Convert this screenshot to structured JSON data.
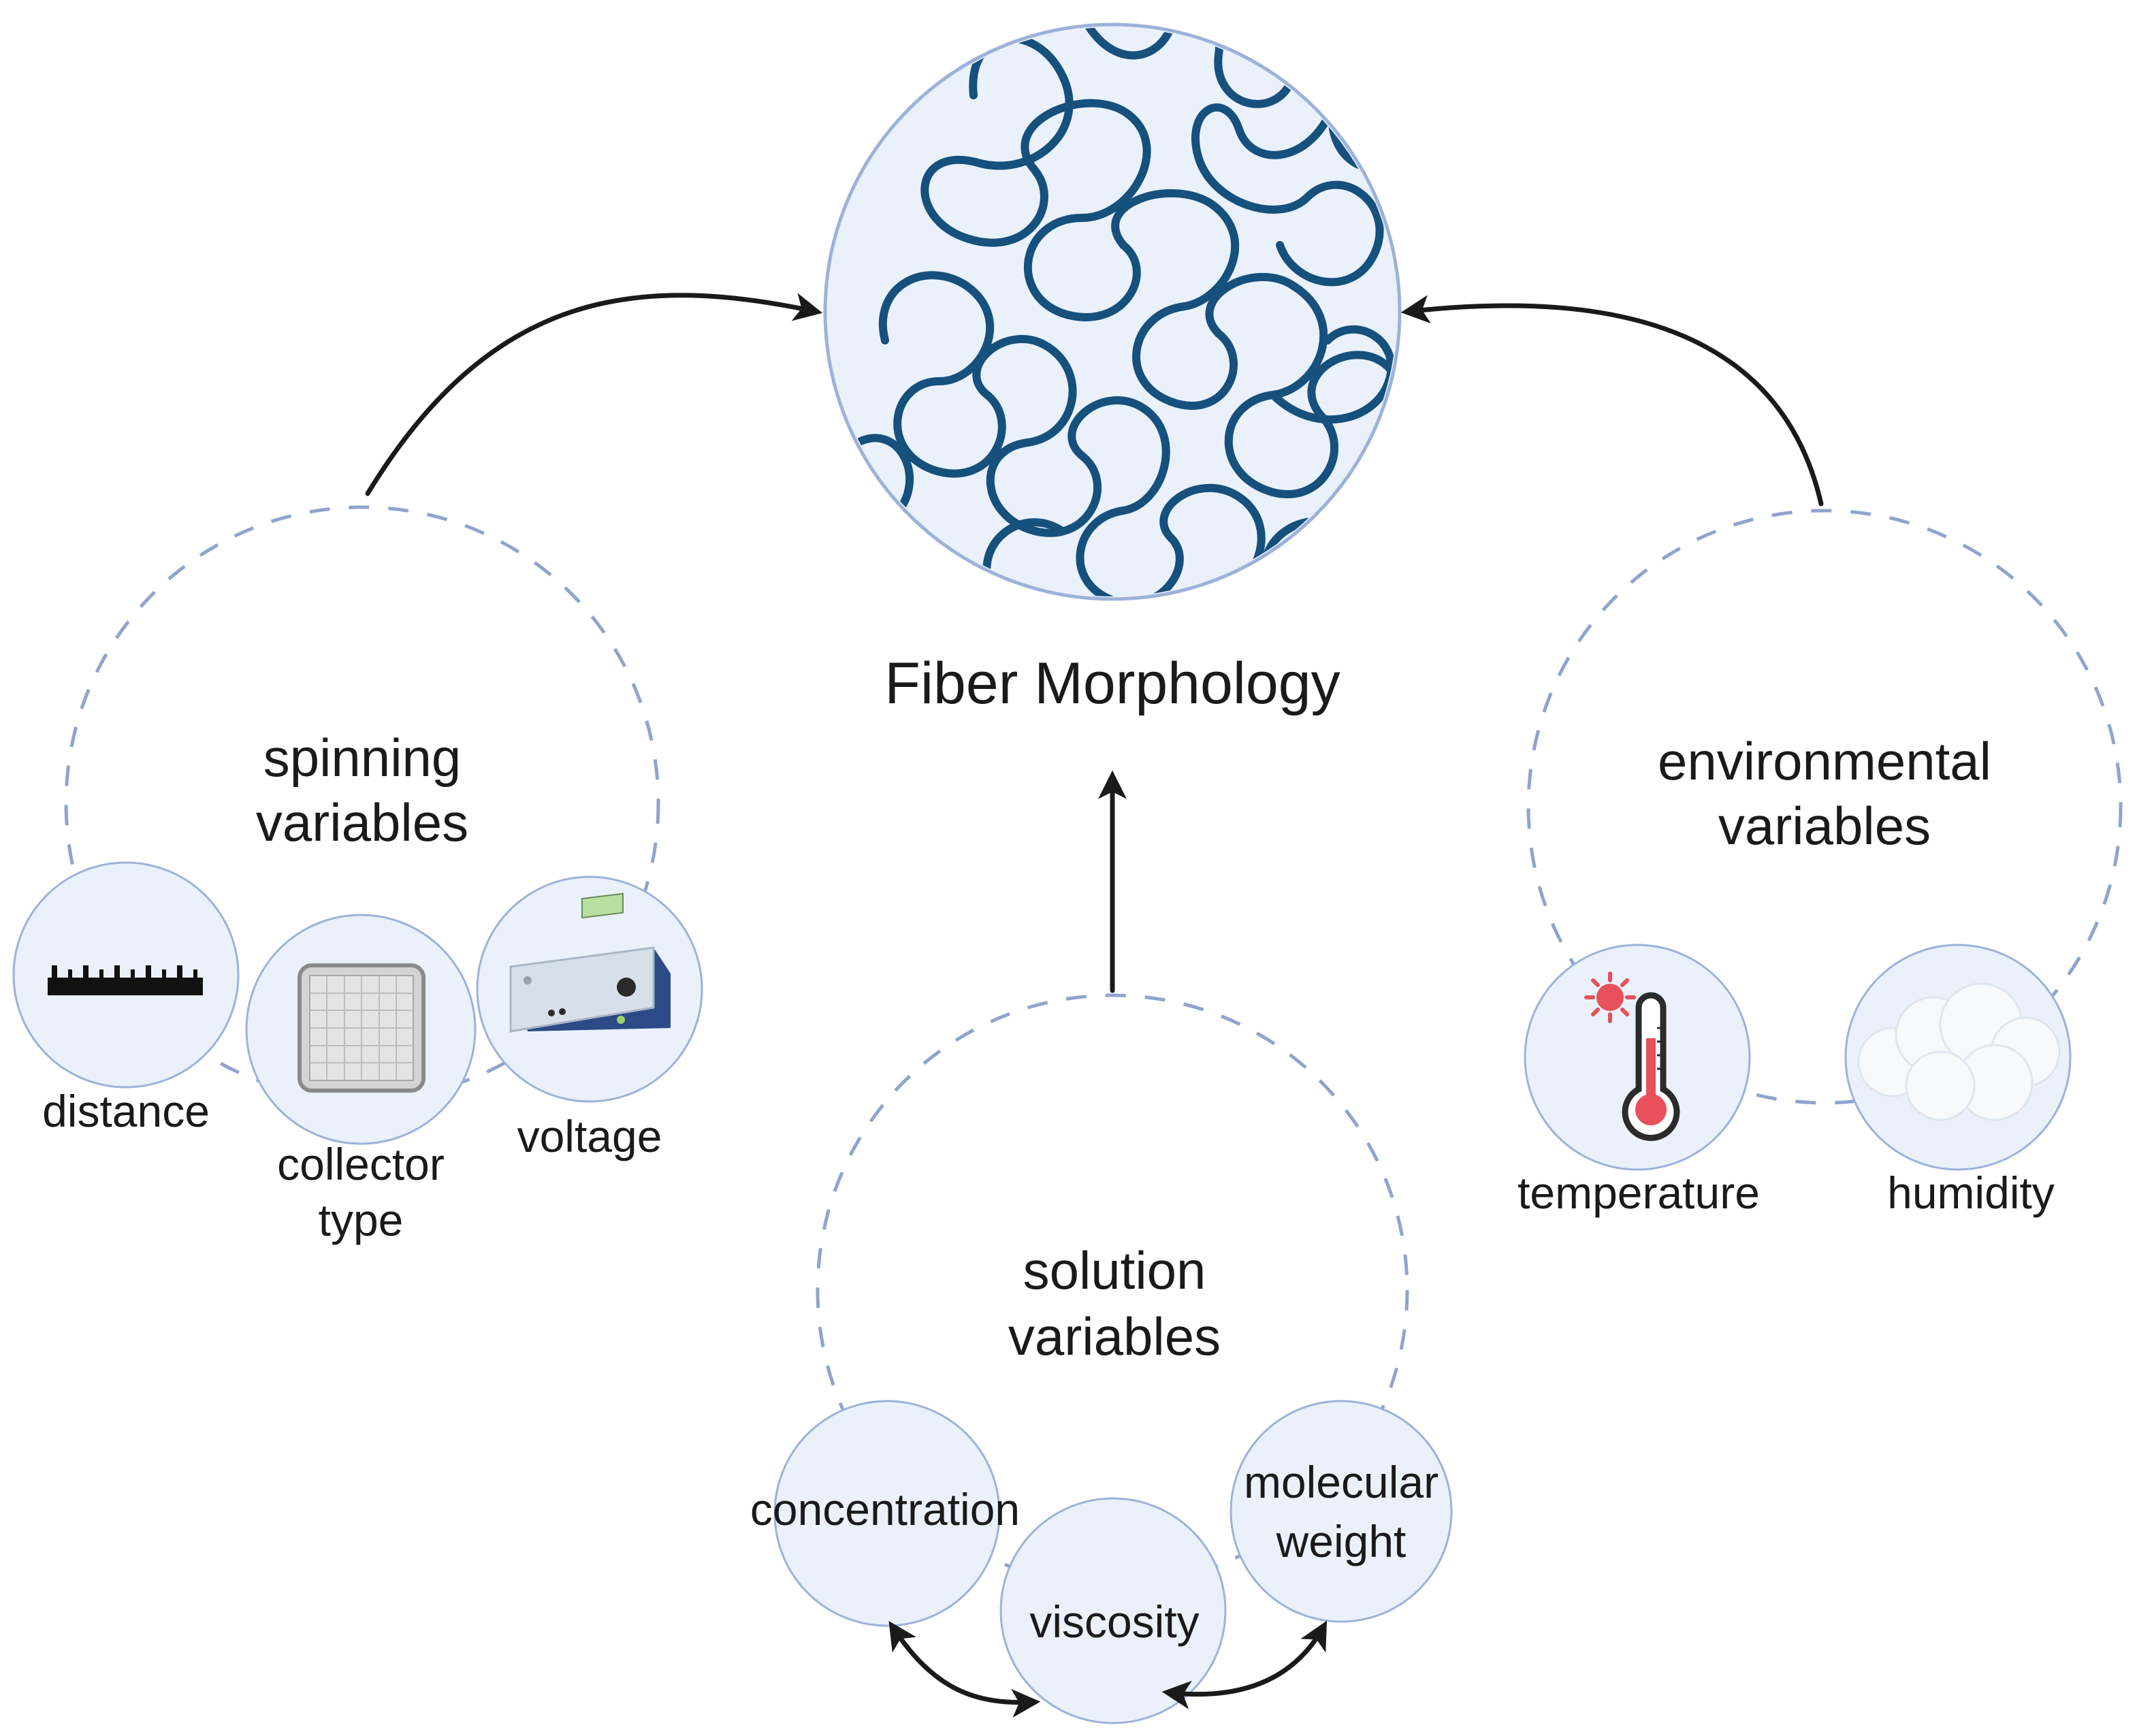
{
  "diagram": {
    "center": {
      "title": "Fiber Morphology"
    },
    "groups": {
      "spinning": {
        "title_line1": "spinning",
        "title_line2": "variables",
        "items": [
          {
            "label": "distance",
            "icon": "ruler-icon"
          },
          {
            "label_line1": "collector",
            "label_line2": "type",
            "icon": "collector-grid-icon"
          },
          {
            "label": "voltage",
            "icon": "power-supply-icon"
          }
        ]
      },
      "solution": {
        "title_line1": "solution",
        "title_line2": "variables",
        "items": [
          {
            "label": "concentration"
          },
          {
            "label": "viscosity"
          },
          {
            "label_line1": "molecular",
            "label_line2": "weight"
          }
        ]
      },
      "environmental": {
        "title_line1": "environmental",
        "title_line2": "variables",
        "items": [
          {
            "label": "temperature",
            "icon": "thermometer-icon"
          },
          {
            "label": "humidity",
            "icon": "cloud-icon"
          }
        ]
      }
    },
    "colors": {
      "fiber": "#16507d",
      "bubble_fill": "#eaf1fb",
      "bubble_stroke": "#9db2d9",
      "dashed_ring": "#8fa4cd",
      "arrow": "#1a1a1a",
      "thermometer_red": "#e8505b"
    }
  }
}
